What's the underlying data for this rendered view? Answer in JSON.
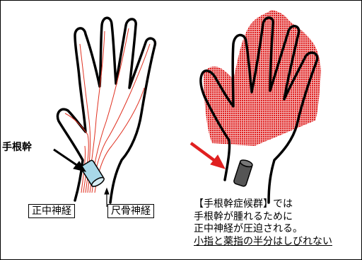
{
  "labels": {
    "carpal_bone": "手根幹",
    "median_nerve": "正中神経",
    "ulnar_nerve": "尺骨神経"
  },
  "note": {
    "line1": "【手根幹症候群】では",
    "line2": "手根幹が腫れるために",
    "line3": "正中神経が圧迫される。",
    "line4": "小指と薬指の半分はしびれない"
  },
  "colors": {
    "outline": "#000000",
    "nerve": "#e03020",
    "numb_area": "#e02020",
    "arrow": "#e02020",
    "carpal_tube": "#a8d8e8",
    "carpal_tube_swollen": "#555555"
  }
}
